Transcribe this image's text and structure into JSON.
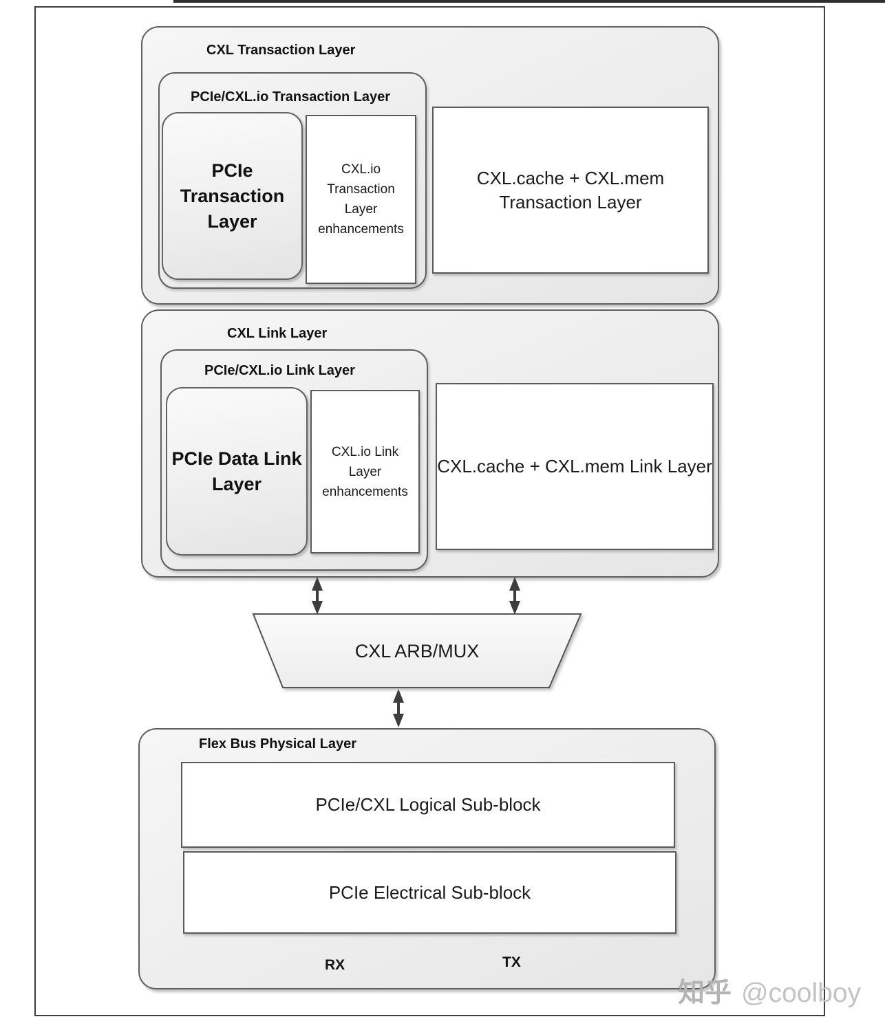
{
  "diagram": {
    "transaction_section": {
      "title": "CXL Transaction Layer",
      "io_container": {
        "title": "PCIe/CXL.io Transaction Layer",
        "pcie_box": "PCIe\nTransaction\nLayer",
        "enhancements_box": "CXL.io\nTransaction\nLayer\nenhancements"
      },
      "cache_mem_box": "CXL.cache + CXL.mem\nTransaction Layer"
    },
    "link_section": {
      "title": "CXL Link Layer",
      "io_container": {
        "title": "PCIe/CXL.io Link Layer",
        "pcie_box": "PCIe Data Link\nLayer",
        "enhancements_box": "CXL.io Link\nLayer\nenhancements"
      },
      "cache_mem_box": "CXL.cache + CXL.mem Link Layer"
    },
    "arb_mux": {
      "label": "CXL ARB/MUX"
    },
    "physical_section": {
      "title": "Flex Bus Physical Layer",
      "logical_box": "PCIe/CXL Logical Sub-block",
      "electrical_box": "PCIe Electrical Sub-block",
      "rx_label": "RX",
      "tx_label": "TX"
    },
    "watermark": {
      "brand": "知乎",
      "handle": "@coolboy"
    }
  },
  "colors": {
    "frame_border": "#3e3e3e",
    "box_border": "#5e5e5e",
    "box_fill_light": "#efefef",
    "white_box_fill": "#ffffff",
    "arrow": "#3d3d3d",
    "text": "#1a1a1a",
    "watermark": "#c3c3c3"
  }
}
